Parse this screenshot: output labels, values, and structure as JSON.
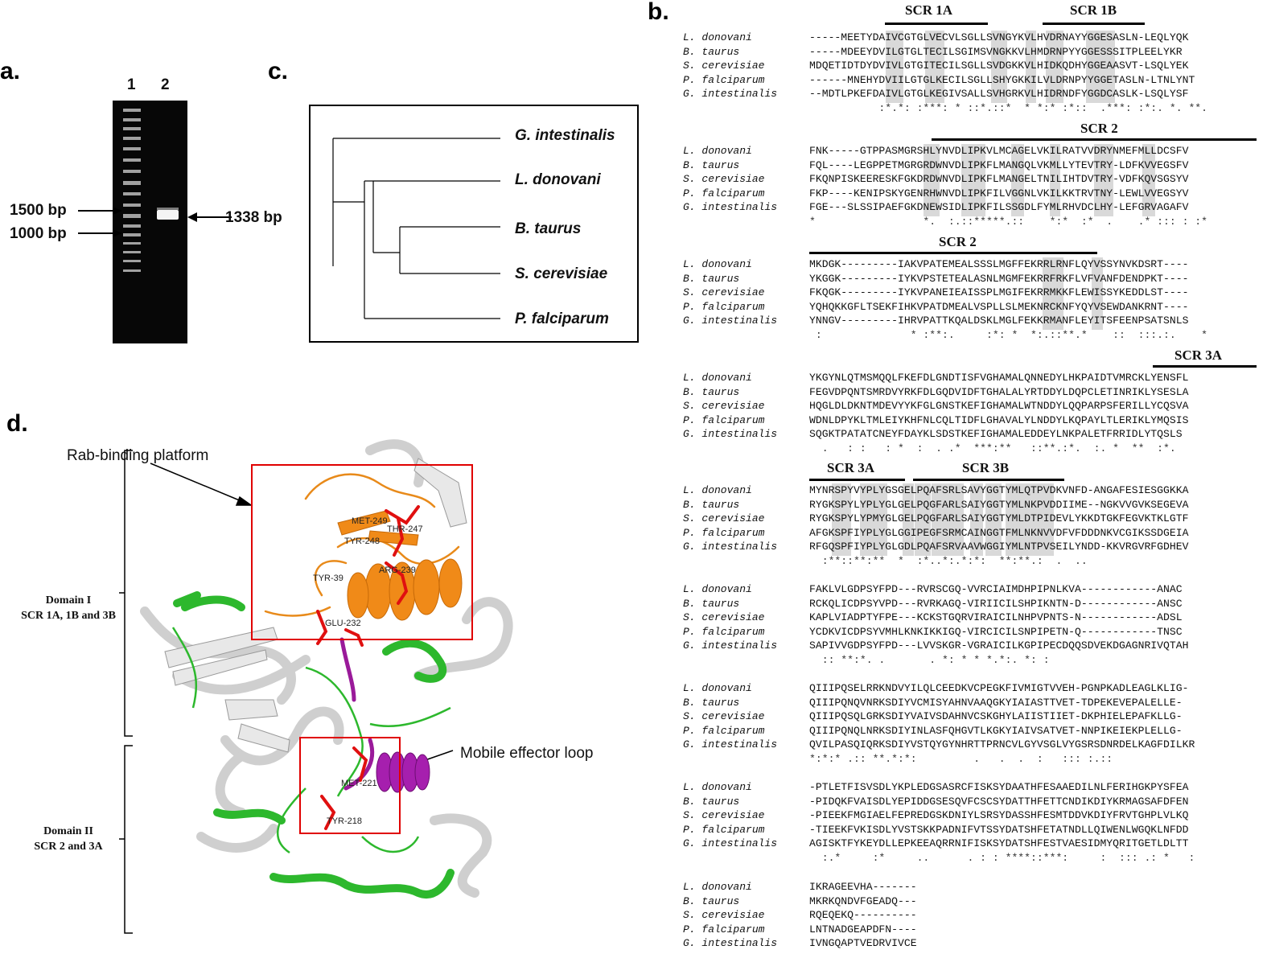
{
  "panels": {
    "a": "a.",
    "b": "b.",
    "c": "c.",
    "d": "d."
  },
  "gel": {
    "lane1": "1",
    "lane2": "2",
    "marker_1500": "1500 bp",
    "marker_1000": "1000 bp",
    "product": "1338 bp"
  },
  "tree": {
    "leaves": [
      "G. intestinalis",
      "L. donovani",
      "B. taurus",
      "S. cerevisiae",
      "P. falciparum"
    ]
  },
  "structure": {
    "rab_platform": "Rab-binding platform",
    "mobile_loop": "Mobile effector loop",
    "domain1_title": "Domain I",
    "domain1_sub": "SCR 1A, 1B and 3B",
    "domain2_title": "Domain II",
    "domain2_sub": "SCR 2 and 3A",
    "residues": [
      "MET-249",
      "THR-247",
      "TYR-248",
      "TYR-39",
      "ARG-239",
      "GLU-232",
      "MET-221",
      "TYR-218"
    ]
  },
  "alignment": {
    "species": [
      "L. donovani",
      "B. taurus",
      "S. cerevisiae",
      "P. falciparum",
      "G. intestinalis"
    ],
    "scr_labels": [
      "SCR 1A",
      "SCR 1B",
      "SCR 2",
      "SCR 2",
      "SCR 3A",
      "SCR 3A",
      "SCR 3B"
    ],
    "blocks": [
      {
        "seqs": [
          "-----MEETYDAIVCGTGLVECVLSGLLSVNGYKVLHVDRNAYYGGESASLN-LEQLYQK",
          "-----MDEEYDVILGTGLTECILSGIMSVNGKKVLHMDRNPYYGGESSSITPLEELYKR",
          "MDQETIDTDYDVIVLGTGITECILSGLLSVDGKKVLHIDKQDHYGGEAASVT-LSQLYEK",
          "------MNEHYDVIILGTGLKECILSGLLSHYGKKILVLDRNPYYGGETASLN-LTNLYNT",
          "--MDTLPKEFDAIVLGTGLKEGIVSALLSVHGRKVLHIDRNDFYGGDCASLK-LSQLYSF"
        ],
        "cons": "           :*.*: :***: * ::*.::*  * *:* :*::  .***: :*:. *. **."
      },
      {
        "seqs": [
          "FNK-----GTPPASMGRSHLYNVDLIPKVLMCAGELVKILRATVVDRYNMEFMLLDCSFV",
          "FQL----LEGPPETMGRGRDWNVDLIPKFLMANGQLVKMLLYTEVTRY-LDFKVVEGSFV",
          "FKQNPISKEERESKFGKDRDWNVDLIPKFLMANGELTNILIHTDVTRY-VDFKQVSGSYV",
          "FKP----KENIPSKYGENRHWNVDLIPKFILVGGNLVKILKKTRVTNY-LEWLVVEGSYV",
          "FGE---SLSSIPAEFGKDNEWSIDLIPKFILSSGDLFYMLRHVDCLHY-LEFGRVAGAFV"
        ],
        "cons": "*                 *.  :.::*****.::    *:*  :*  .    .* ::: : :*"
      },
      {
        "seqs": [
          "MKDGK---------IAKVPATEMEALSSSLMGFFEKRRLRNFLQYVSSYNVKDSRT----",
          "YKGGK---------IYKVPSTETEALASNLMGMFEKRRFRKFLVFVANFDENDPKT----",
          "FKQGK---------IYKVPANEIEAISSPLMGIFEKRRMKKFLEWISSYKEDDLST----",
          "YQHQKKGFLTSEKFIHKVPATDMEALVSPLLSLMEKNRCKNFYQYVSEWDANKRNT----",
          "YNNGV---------IHRVPATTKQALDSKLMGLFEKKRMANFLEYITSFEENPSATSNLS"
        ],
        "cons": " :              * :**:.     :*: *  *:.::**.*    ::  :::.:.    *"
      },
      {
        "seqs": [
          "YKGYNLQTMSMQQLFKEFDLGNDTISFVGHAMALQNNEDYLHKPAIDTVMRCKLYENSFL",
          "FEGVDPQNTSMRDVYRKFDLGQDVIDFTGHALALYRTDDYLDQPCLETINRIKLYSESLA",
          "HQGLDLDKNTMDEVYYKFGLGNSTKEFIGHAMALWTNDDYLQQPARPSFERILLYCQSVA",
          "WDNLDPYKLTMLEIYKHFNLCQLTIDFLGHAVALYLNDDYLKQPAYLTLERIKLYMQSIS",
          "SQGKTPATATCNEYFDAYKLSDSTKEFIGHAMALEDDEYLNKPALETFRRIDLYTQSLS"
        ],
        "cons": "  .   : :   : *  :  . .*  ***:**   ::**.:*.  :. *  **  :*."
      },
      {
        "seqs": [
          "MYNRSPYVYPLYGSGELPQAFSRLSAVYGGTYMLQTPVDKVNFD-ANGAFESIESGGKKA",
          "RYGKSPYLYPLYGLGELPQGFARLSAIYGGTYMLNKPVDDIIME--NGKVVGVKSEGEVA",
          "RYGKSPYLYPMYGLGELPQGFARLSAIYGGTYMLDTPIDEVLYKKDTGKFEGVKTKLGTF",
          "AFGKSPFIYPLYGLGGIPEGFSRMCAINGGTFMLNKNVVDFVFDDDNKVCGIKSSDGEIA",
          "RFGQSPFIYPLYGLGDLPQAFSRVAAVWGGIYMLNTPVSEILYNDD-KKVRGVRFGDHEV"
        ],
        "cons": "  :**::**:**  *  :*..*:.*:*:  **:**.:  .  .."
      },
      {
        "seqs": [
          "FAKLVLGDPSYFPD---RVRSCGQ-VVRCIAIMDHPIPNLKVA------------ANAC",
          "RCKQLICDPSYVPD---RVRKAGQ-VIRIICILSHPIKNTN-D------------ANSC",
          "KAPLVIADPTYFPE---KCKSTGQRVIRAICILNHPVPNTS-N------------ADSL",
          "YCDKVICDPSYVMHLKNKIKKIGQ-VIRCICILSNPIPETN-Q------------TNSC",
          "SAPIVVGDPSYFPD---LVVSKGR-VGRAICILKGPIPECDQQSDVEKDGAGNRIVQTAH"
        ],
        "cons": "  :: **:*. .       . *: * * *.*:. *: :"
      },
      {
        "seqs": [
          "QIIIPQSELRRKNDVYILQLCEEDKVCPEGKFIVMIGTVVEH-PGNPKADLEAGLKLIG-",
          "QIIIPQNQVNRKSDIYVCMISYAHNVAAQGKYIAIASTTVET-TDPEKEVEPALELLE-",
          "QIIIPQSQLGRKSDIYVAIVSDAHNVCSKGHYLAIISTIIET-DKPHIELEPAFKLLG-",
          "QIIIPQNQLNRKSDIYINLASFQHGVTLKGKYIAIVSATVET-NNPIKEIEKPLELLG-",
          "QVILPASQIQRKSDIYVSTQYGYNHRTTPRNCVLGYVSGLVYGSRSDNRDELKAGFDILKR"
        ],
        "cons": "*:*:* .:: **.*:*:         .   .  .  :   ::: :.::"
      },
      {
        "seqs": [
          "-PTLETFISVSDLYKPLEDGSASRCFISKSYDAATHFESAAEDILNLFERIHGKPYSFEA",
          "-PIDQKFVAISDLYEPIDDGSESQVFCSCSYDATTHFETTCNDIKDIYKRMAGSAFDFEN",
          "-PIEEKFMGIAELFEPREDGSKDNIYLSRSYDASSHFESMTDDVKDIYFRVTGHPLVLKQ",
          "-TIEEKFVKISDLYVSTSKKPADNIFVTSSYDATSHFETATNDLLQIWENLWGQKLNFDD",
          "AGISKTFYKEYDLLEPKEEAQRRNIFISKSYDATSHFESTVAESIDMYQRITGETLDLTT"
        ],
        "cons": "  :.*     :*     ..      . : : ****::***:     :  ::: .: *   :"
      },
      {
        "seqs": [
          "IKRAGEEVHA-------",
          "MKRKQNDVFGEADQ---",
          "RQEQEKQ----------",
          "LNTNADGEAPDFN----",
          "IVNGQAPTVEDRVIVCE"
        ],
        "cons": ""
      }
    ]
  }
}
